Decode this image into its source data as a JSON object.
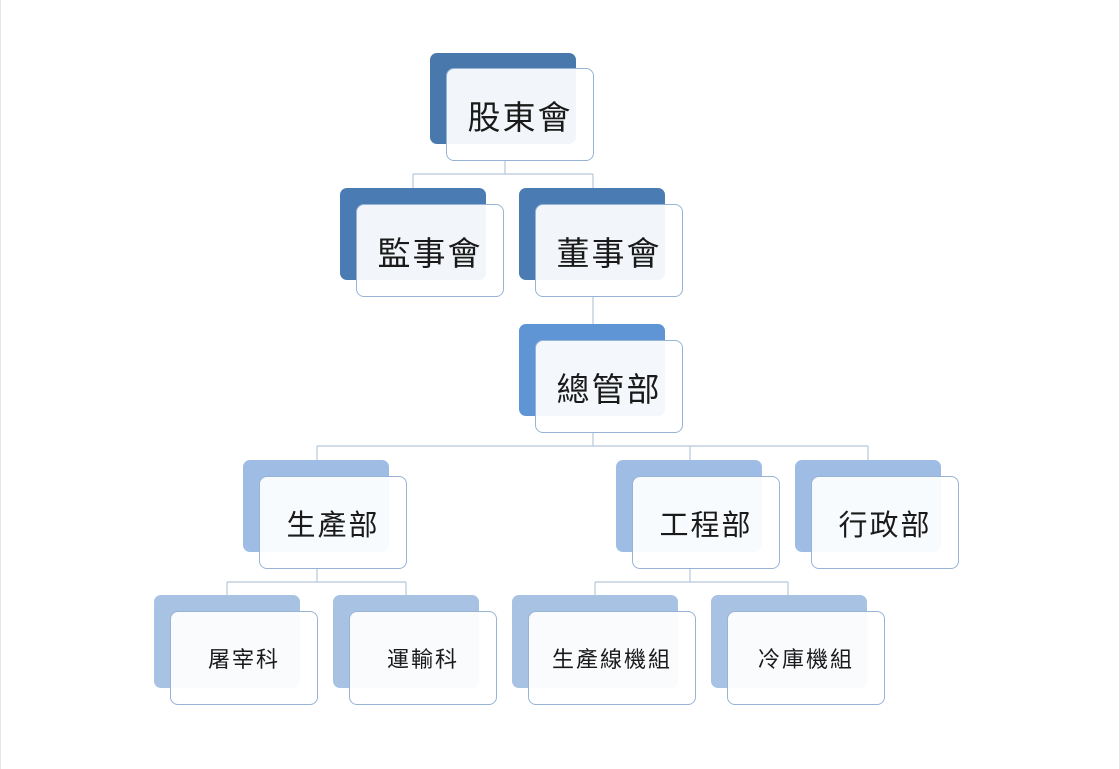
{
  "org_chart": {
    "shareholders": "股東會",
    "supervisors": "監事會",
    "board": "董事會",
    "general_management": "總管部",
    "production_dept": "生產部",
    "engineering_dept": "工程部",
    "administration_dept": "行政部",
    "slaughter_section": "屠宰科",
    "transport_section": "運輸科",
    "production_line_unit": "生產線機組",
    "cold_storage_unit": "冷庫機組"
  },
  "colors": {
    "level0_back": "#4978ad",
    "level1_back": "#4a7bb3",
    "level2_back": "#5f95d4",
    "level3_back": "#9fbde4",
    "level4_back": "#a8c2e4",
    "card_border": "#97b3d6",
    "connector": "#b7c8dc"
  }
}
